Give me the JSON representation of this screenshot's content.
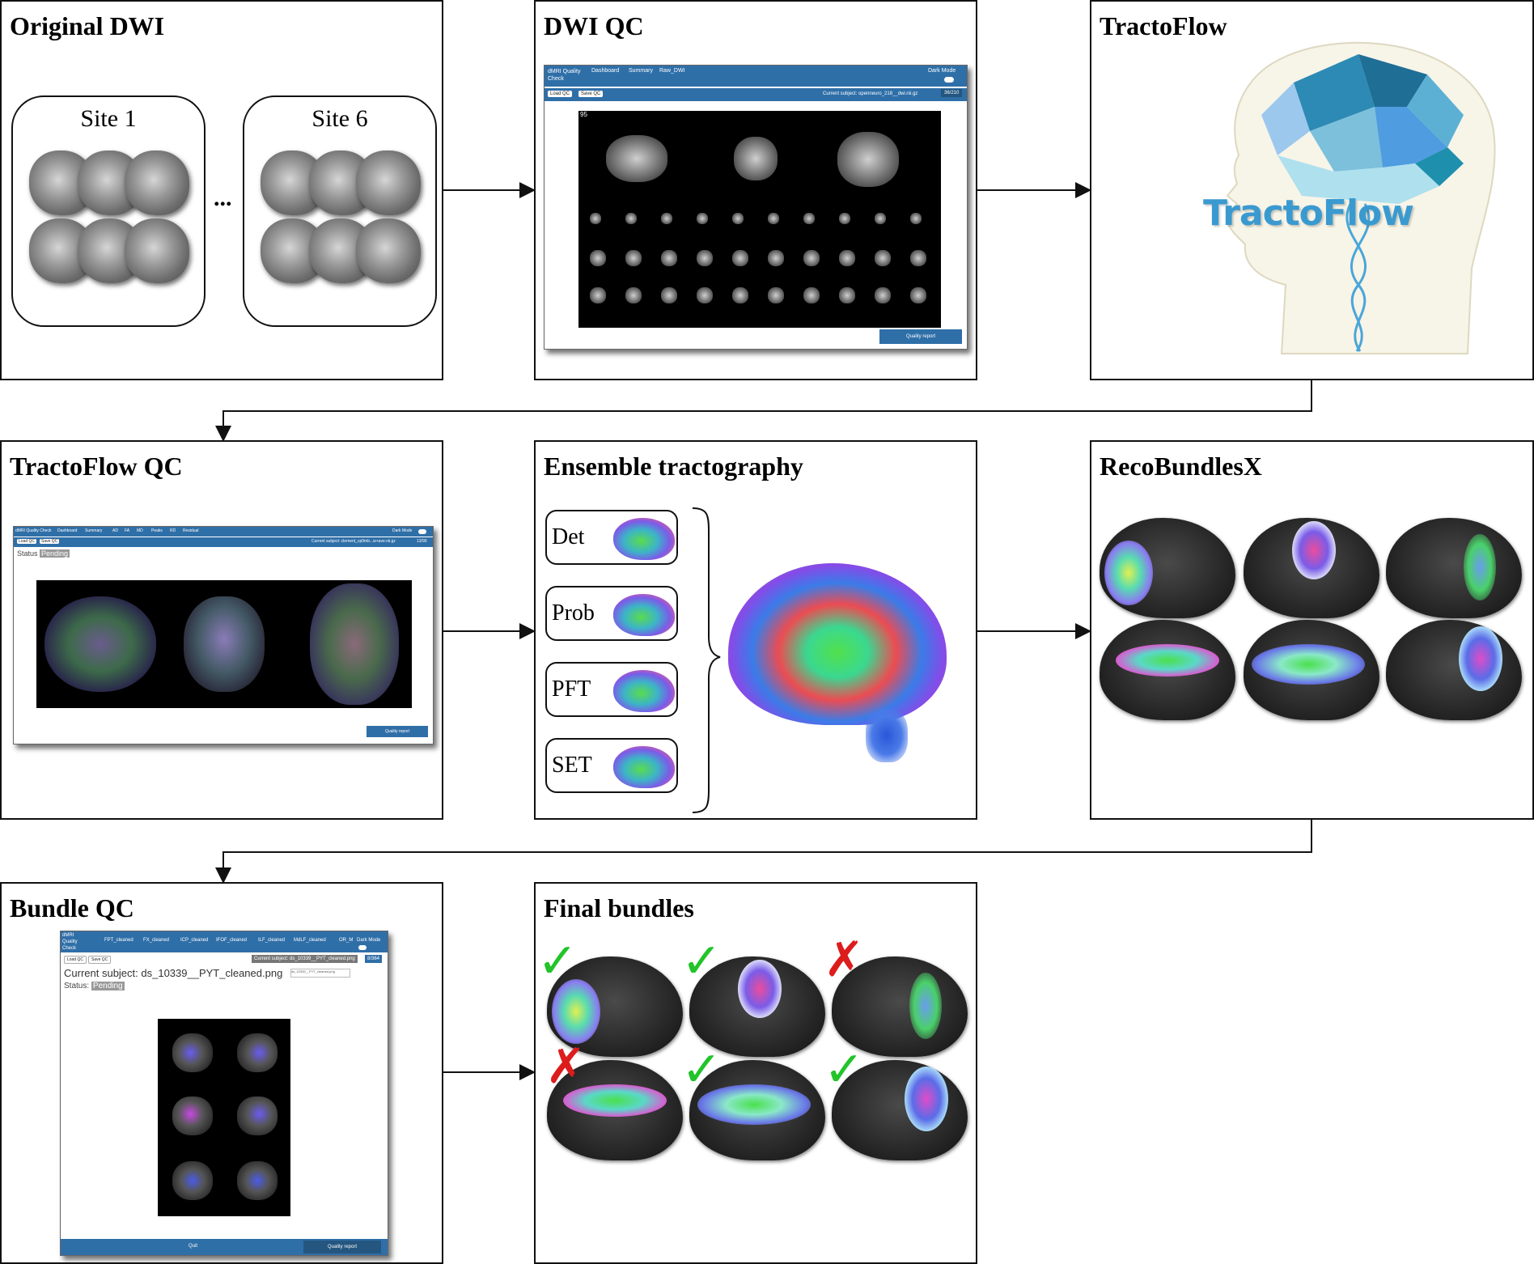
{
  "panels": {
    "original_dwi": {
      "title": "Original DWI",
      "site1": "Site 1",
      "site6": "Site 6",
      "ellipsis": "..."
    },
    "dwi_qc": {
      "title": "DWI QC",
      "app": {
        "brand": "dMRI Quality Check",
        "tabs": [
          "Dashboard",
          "Summary",
          "Raw_DWI"
        ],
        "dark_mode": "Dark Mode",
        "load_qc": "Load QC",
        "save_qc": "Save QC",
        "current_subject": "Current subject: openneuro_218__dwi.nii.gz",
        "counter": "36/210",
        "slice_index": "95",
        "quality_report": "Quality report"
      }
    },
    "tractoflow": {
      "title": "TractoFlow",
      "logo_text": "TractoFlow"
    },
    "tractoflow_qc": {
      "title": "TractoFlow QC",
      "app": {
        "tabs": [
          "dMRI Quality Check",
          "Dashboard",
          "Summary",
          "AD",
          "FA",
          "MD",
          "Peaks",
          "RD",
          "Residual"
        ],
        "dark_mode": "Dark Mode",
        "load_qc": "Load QC",
        "save_qc": "Save QC",
        "current_subject": "Current subject: clement_cp0mb...w+ave.nii.gz",
        "counter": "13/90",
        "status_label": "Status",
        "status_value": "Pending",
        "quality_report": "Quality report"
      }
    },
    "ensemble": {
      "title": "Ensemble tractography",
      "methods": [
        "Det",
        "Prob",
        "PFT",
        "SET"
      ]
    },
    "recobundles": {
      "title": "RecoBundlesX"
    },
    "bundle_qc": {
      "title": "Bundle QC",
      "app": {
        "brand": "dMRI Quality Check",
        "tabs": [
          "FPT_cleaned",
          "FX_cleaned",
          "ICP_cleaned",
          "IFOF_cleaned",
          "ILF_cleaned",
          "MdLF_cleaned",
          "OR_M"
        ],
        "dark_mode": "Dark Mode",
        "load_qc": "Load QC",
        "save_qc": "Save QC",
        "toolbar_subject": "Current subject: ds_10339__PYT_cleaned.png",
        "counter": "8/364",
        "dropdown": "ds_10339__PYT_cleaned.png",
        "current_subject": "Current subject: ds_10339__PYT_cleaned.png",
        "status_label": "Status:",
        "status_value": "Pending",
        "footer_left": "Quit",
        "quality_report": "Quality report"
      }
    },
    "final_bundles": {
      "title": "Final bundles",
      "marks": [
        {
          "accepted": true,
          "symbol": "✓",
          "color": "#22c42a"
        },
        {
          "accepted": true,
          "symbol": "✓",
          "color": "#22c42a"
        },
        {
          "accepted": false,
          "symbol": "✗",
          "color": "#dd1c1c"
        },
        {
          "accepted": false,
          "symbol": "✗",
          "color": "#dd1c1c"
        },
        {
          "accepted": true,
          "symbol": "✓",
          "color": "#22c42a"
        },
        {
          "accepted": true,
          "symbol": "✓",
          "color": "#22c42a"
        }
      ]
    }
  },
  "colors": {
    "app_blue": "#2f6fa8",
    "accept": "#22c42a",
    "reject": "#dd1c1c"
  }
}
